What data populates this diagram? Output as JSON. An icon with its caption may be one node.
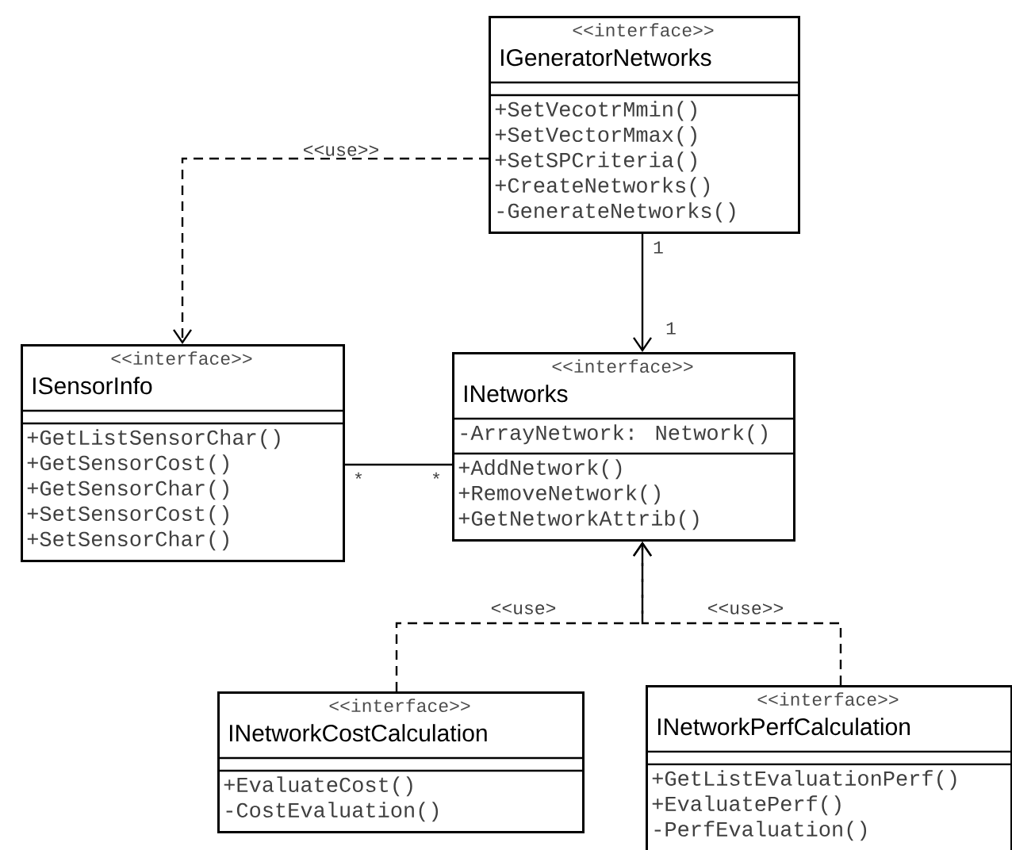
{
  "diagram": {
    "nodes": [
      {
        "text": [
          "<<interface>>",
          "IGeneratorNetworks",
          "+SetVecotrMmin()",
          "+SetVectorMmax()",
          "+SetSPCriteria()",
          "+CreateNetworks()",
          "-GenerateNetworks()"
        ]
      },
      {
        "text": [
          "<<interface>>",
          "ISensorInfo",
          "+GetListSensorChar()",
          "+GetSensorCost()",
          "+GetSensorChar()",
          "+SetSensorCost()",
          "+SetSensorChar()"
        ]
      },
      {
        "text": [
          "<<interface>>",
          "INetworks",
          "-ArrayNetwork: Network()",
          "+AddNetwork()",
          "+RemoveNetwork()",
          "+GetNetworkAttrib()"
        ]
      },
      {
        "text": [
          "<<interface>>",
          "INetworkCostCalculation",
          "+EvaluateCost()",
          "-CostEvaluation()"
        ]
      },
      {
        "text": [
          "<<interface>>",
          "INetworkPerfCalculation",
          "+GetListEvaluationPerf()",
          "+EvaluatePerf()",
          "-PerfEvaluation()"
        ]
      }
    ],
    "edges": [
      {
        "from": 0,
        "to": 1,
        "arrow": "to",
        "style": "dashed",
        "label": "<<use>>"
      },
      {
        "from": 0,
        "to": 2,
        "arrow": "to"
      },
      {
        "from": 1,
        "to": 2,
        "arrow": "none"
      },
      {
        "from": 3,
        "to": 2,
        "arrow": "to",
        "style": "dashed",
        "label": "<<use>"
      },
      {
        "from": 4,
        "to": 2,
        "arrow": "to",
        "style": "dashed",
        "label": "<<use>>"
      }
    ],
    "labels": [
      "1",
      "1",
      "*",
      "*"
    ]
  }
}
